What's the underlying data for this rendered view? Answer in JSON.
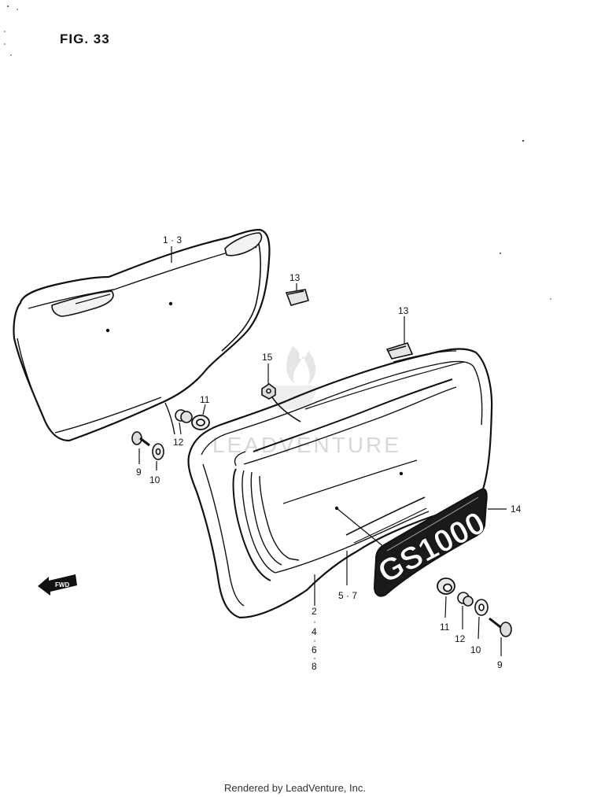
{
  "figure": {
    "title": "FIG. 33"
  },
  "footer": {
    "text": "Rendered by LeadVenture, Inc."
  },
  "watermark": {
    "text": "LEADVENTURE"
  },
  "arrow": {
    "label": "FWD"
  },
  "emblem": {
    "text": "GS1000"
  },
  "callouts": {
    "left_cover": "1 · 3",
    "right_cover_main": [
      "2",
      "4",
      "6",
      "8"
    ],
    "stripe": "5 · 7",
    "clip_left": "13",
    "clip_right": "13",
    "emblem": "14",
    "nut": "15",
    "left_screw": "9",
    "left_washer": "10",
    "left_grommet": "11",
    "left_cushion": "12",
    "right_grommet": "11",
    "right_cushion": "12",
    "right_washer": "10",
    "right_screw": "9"
  }
}
